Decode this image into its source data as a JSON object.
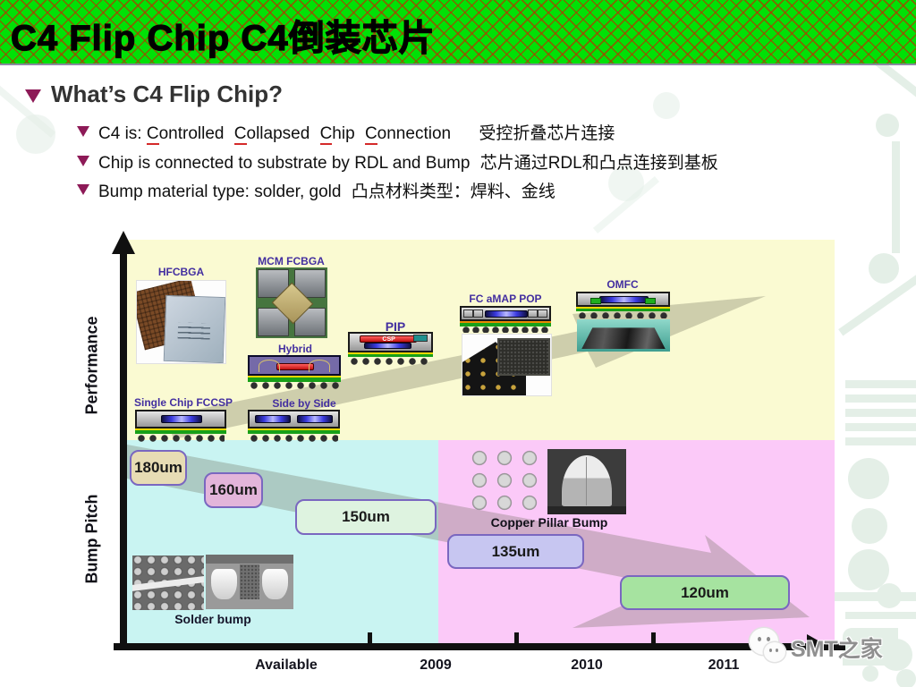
{
  "slide": {
    "title": "C4 Flip Chip C4倒装芯片"
  },
  "bullets": {
    "heading": "What’s C4 Flip Chip?",
    "item1": {
      "prefix": "C4 is: ",
      "words": [
        {
          "head": "C",
          "tail": "ontrolled"
        },
        {
          "head": "C",
          "tail": "ollapsed"
        },
        {
          "head": "C",
          "tail": "hip"
        },
        {
          "head": "C",
          "tail": "onnection"
        }
      ],
      "cn": "受控折叠芯片连接"
    },
    "item2": {
      "en": "Chip is connected to substrate by RDL and Bump",
      "cn": "芯片通过RDL和凸点连接到基板"
    },
    "item3": {
      "en": "Bump material type: solder, gold",
      "cn": "凸点材料类型：焊料、金线"
    }
  },
  "chart": {
    "y_axis_top_label": "Performance",
    "y_axis_bottom_label": "Bump Pitch",
    "x_labels": [
      "Available",
      "2009",
      "2010",
      "2011"
    ],
    "packages": [
      {
        "label": "HFCBGA"
      },
      {
        "label": "MCM FCBGA"
      },
      {
        "label": "Hybrid"
      },
      {
        "label": "PIP",
        "chip_label": "CSP"
      },
      {
        "label": "Single Chip FCCSP"
      },
      {
        "label": "Side by Side"
      },
      {
        "label": "FC aMAP POP"
      },
      {
        "label": "OMFC"
      }
    ],
    "pitch_boxes": [
      {
        "label": "180um",
        "color": "#e7dcb4"
      },
      {
        "label": "160um",
        "color": "#e3b5da"
      },
      {
        "label": "150um",
        "color": "#def3e0"
      },
      {
        "label": "135um",
        "color": "#c7c6f1"
      },
      {
        "label": "120um",
        "color": "#a6e3a0"
      }
    ],
    "captions": {
      "solder": "Solder bump",
      "copper": "Copper Pillar Bump"
    }
  },
  "watermark": {
    "text": "SMT之家"
  },
  "colors": {
    "header_green": "#00e106",
    "header_hatch_red": "#b23800",
    "accent_maroon": "#8d1a57",
    "underline_red": "#d42a2a",
    "region_yellow": "#fafad2",
    "region_cyan": "#c9f4f2",
    "region_pink": "#fbc9f8",
    "package_label_purple": "#432fa0",
    "pitch_border_purple": "#7a67c0"
  }
}
